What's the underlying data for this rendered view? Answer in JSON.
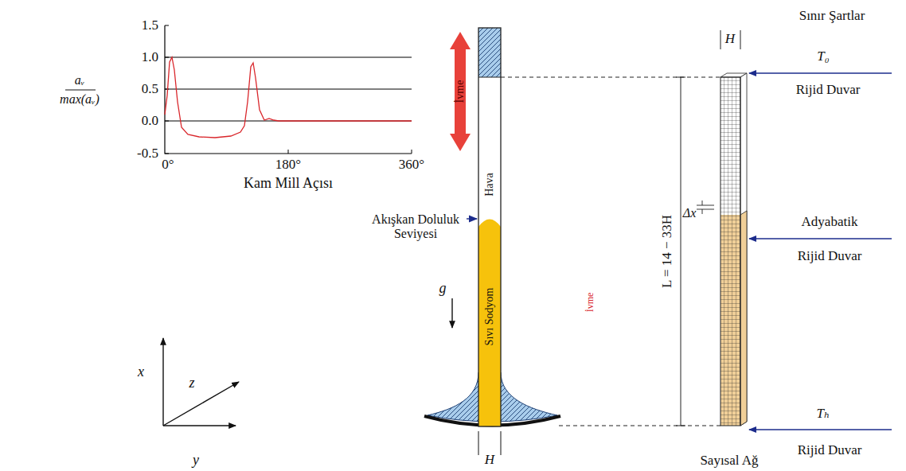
{
  "diagram": {
    "labels": [
      "aᵥ",
      "max(aᵥ)",
      "1.5",
      "1.0",
      "0.5",
      "0.0",
      "-0.5",
      "0°",
      "180°",
      "360°",
      "Kam Mill Açısı",
      "İvme",
      "Hava",
      "Akışkan Doluluk Seviyesi",
      "Sıvı Sodyom",
      "g",
      "İvme",
      "H",
      "x",
      "z",
      "y",
      "Sınır Şartlar",
      "H",
      "T₀",
      "Rijid Duvar",
      "Adyabatik",
      "Rijid Duvar",
      "Tₕ",
      "Rijid Duvar",
      "L = 14 − 33H",
      "Δx",
      "Sayısal Ağ"
    ]
  }
}
